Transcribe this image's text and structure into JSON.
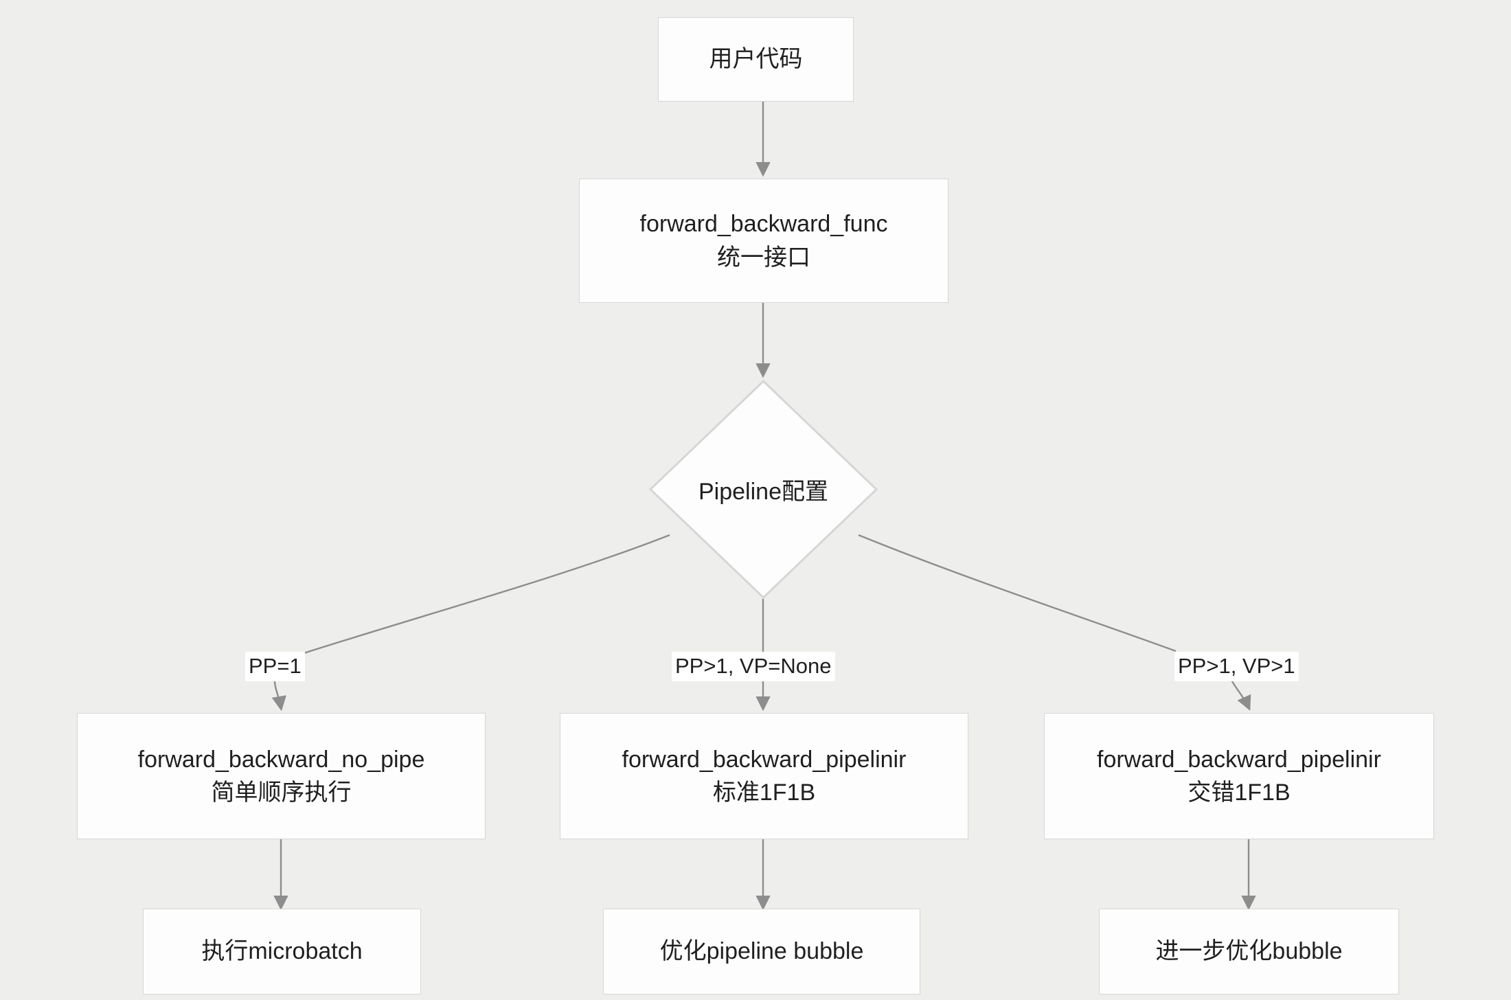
{
  "diagram": {
    "type": "flowchart",
    "direction": "top-down",
    "background_color": "#eeeeec",
    "node_fill_color": "#fdfdfd",
    "node_border_color": "#d6d6d6",
    "edge_color": "#888888",
    "text_color": "#1f1f1f",
    "title": ""
  },
  "nodes": {
    "user_code": {
      "id": "user_code",
      "shape": "rectangle",
      "lines": [
        "用户代码"
      ]
    },
    "fb_func": {
      "id": "fb_func",
      "shape": "rectangle",
      "lines": [
        "forward_backward_func",
        "统一接口"
      ]
    },
    "pipeline_config": {
      "id": "pipeline_config",
      "shape": "diamond",
      "label": "Pipeline配置"
    },
    "no_pipelining": {
      "id": "no_pipelining",
      "shape": "rectangle",
      "lines": [
        "forward_backward_no_pipe",
        "简单顺序执行"
      ]
    },
    "pipelining_std": {
      "id": "pipelining_std",
      "shape": "rectangle",
      "lines": [
        "forward_backward_pipelinir",
        "标准1F1B"
      ]
    },
    "pipelining_interleaved": {
      "id": "pipelining_interleaved",
      "shape": "rectangle",
      "lines": [
        "forward_backward_pipelinir",
        "交错1F1B"
      ]
    },
    "exec_microbatch": {
      "id": "exec_microbatch",
      "shape": "rectangle",
      "lines": [
        "执行microbatch"
      ]
    },
    "opt_bubble": {
      "id": "opt_bubble",
      "shape": "rectangle",
      "lines": [
        "优化pipeline bubble"
      ]
    },
    "further_opt_bubble": {
      "id": "further_opt_bubble",
      "shape": "rectangle",
      "lines": [
        "进一步优化bubble"
      ]
    }
  },
  "edge_labels": {
    "pp_eq_1": "PP=1",
    "pp_gt1_vp_none": "PP>1, VP=None",
    "pp_gt1_vp_gt1": "PP>1, VP>1"
  },
  "edges": [
    {
      "from": "user_code",
      "to": "fb_func",
      "label": ""
    },
    {
      "from": "fb_func",
      "to": "pipeline_config",
      "label": ""
    },
    {
      "from": "pipeline_config",
      "to": "no_pipelining",
      "label": "PP=1"
    },
    {
      "from": "pipeline_config",
      "to": "pipelining_std",
      "label": "PP>1, VP=None"
    },
    {
      "from": "pipeline_config",
      "to": "pipelining_interleaved",
      "label": "PP>1, VP>1"
    },
    {
      "from": "no_pipelining",
      "to": "exec_microbatch",
      "label": ""
    },
    {
      "from": "pipelining_std",
      "to": "opt_bubble",
      "label": ""
    },
    {
      "from": "pipelining_interleaved",
      "to": "further_opt_bubble",
      "label": ""
    }
  ]
}
